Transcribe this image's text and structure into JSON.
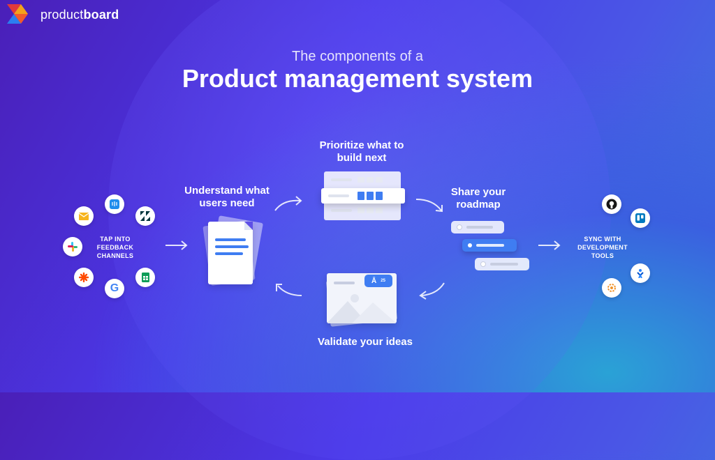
{
  "brand": {
    "name_light": "product",
    "name_bold": "board"
  },
  "header": {
    "subtitle": "The components of a",
    "title": "Product management system"
  },
  "steps": {
    "feedback": "TAP INTO FEEDBACK CHANNELS",
    "understand": "Understand what users need",
    "prioritize": "Prioritize what to build next",
    "share": "Share your roadmap",
    "validate": "Validate your ideas",
    "sync": "SYNC WITH DEVELOPMENT TOOLS"
  },
  "validate_card": {
    "badge_count": "25"
  },
  "feedback_icons": [
    "envelope-icon",
    "intercom-icon",
    "zendesk-icon",
    "slack-icon",
    "zapier-icon",
    "google-icon",
    "sheets-icon"
  ],
  "dev_icons": [
    "github-icon",
    "trello-icon",
    "jira-icon",
    "gear-icon"
  ],
  "colors": {
    "accent": "#3f7df2",
    "orange": "#f05a28"
  }
}
